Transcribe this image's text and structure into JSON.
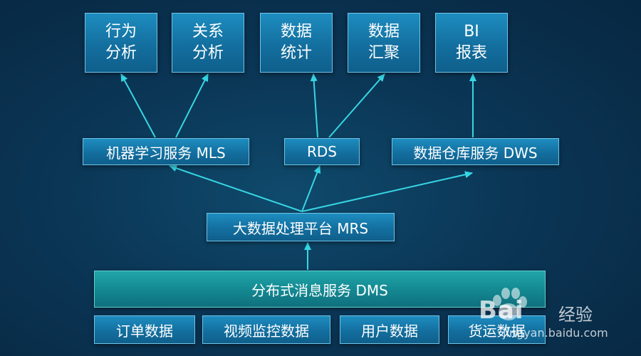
{
  "applications": [
    {
      "line1": "行为",
      "line2": "分析"
    },
    {
      "line1": "关系",
      "line2": "分析"
    },
    {
      "line1": "数据",
      "line2": "统计"
    },
    {
      "line1": "数据",
      "line2": "汇聚"
    },
    {
      "line1": "BI",
      "line2": "报表"
    }
  ],
  "services": {
    "mls": "机器学习服务 MLS",
    "rds": "RDS",
    "dws": "数据仓库服务 DWS"
  },
  "platform": "大数据处理平台 MRS",
  "messaging": "分布式消息服务 DMS",
  "sources": [
    "订单数据",
    "视频监控数据",
    "用户数据",
    "货运数据"
  ],
  "colors": {
    "arrow": "#37d6e4",
    "box": "#1a7fb1",
    "dms_box": "#16939b",
    "background": "#0b3656"
  },
  "watermark": {
    "brand": "Bai",
    "suffix": "经验",
    "url": "jingyan.baidu.com"
  }
}
